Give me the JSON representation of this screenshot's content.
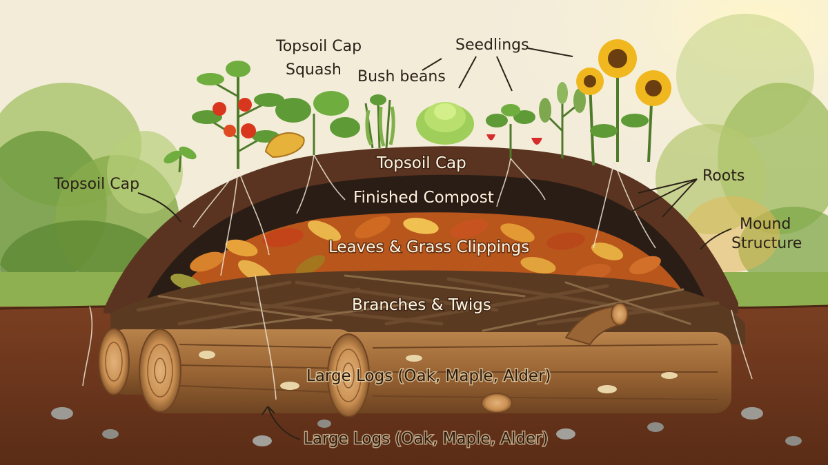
{
  "labels": {
    "topsoil_cap_top": "Topsoil Cap",
    "squash": "Squash",
    "bush_beans": "Bush beans",
    "seedlings": "Seedlings",
    "topsoil_cap_left": "Topsoil Cap",
    "topsoil_cap_mound": "Topsoil Cap",
    "finished_compost": "Finished Compost",
    "leaves_grass": "Leaves & Grass Clippings",
    "branches_twigs": "Branches & Twigs",
    "large_logs_main": "Large Logs (Oak, Maple, Alder)",
    "large_logs_bottom": "Large Logs (Oak, Maple, Alder)",
    "roots": "Roots",
    "mound_structure_line1": "Mound",
    "mound_structure_line2": "Structure"
  },
  "colors": {
    "background": "#f5efe2",
    "topsoil": "#5a3420",
    "compost": "#2a1d16",
    "leaves": "#c8621e",
    "branches": "#6b4a2e",
    "logs": "#a9733f",
    "ground": "#6e3a1f",
    "foliage": "#7fa84a"
  },
  "icons": {
    "tomato": "tomato-plant-icon",
    "squash": "squash-plant-icon",
    "beans": "bean-plant-icon",
    "lettuce": "lettuce-icon",
    "strawberry": "strawberry-plant-icon",
    "herb": "herb-icon",
    "sunflower": "sunflower-icon"
  }
}
